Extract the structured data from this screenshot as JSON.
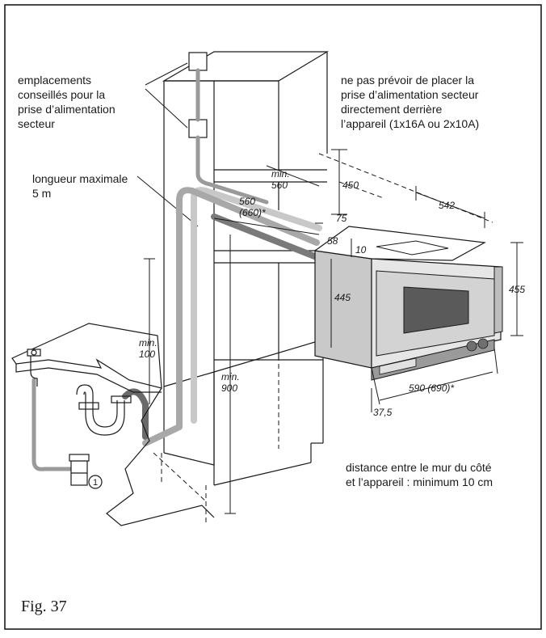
{
  "labels": {
    "outlets": [
      "emplacements",
      "conseillés pour la",
      "prise d’alimentation",
      "secteur"
    ],
    "no_outlet": [
      "ne pas prévoir de placer la",
      "prise d’alimentation secteur",
      "directement derrière",
      "l’appareil (1x16A ou 2x10A)"
    ],
    "hose": [
      "longueur maximale",
      "5 m"
    ],
    "wall_distance": [
      "distance entre le mur du côté",
      "et l’appareil : minimum 10 cm"
    ]
  },
  "dimensions": {
    "min560_a": "min.",
    "min560_b": "560",
    "d450": "450",
    "d542": "542",
    "d560": "560",
    "d660": "(660)*",
    "d75": "75",
    "d58": "58",
    "d10": "10",
    "d445": "445",
    "d455": "455",
    "min100_a": "min.",
    "min100_b": "100",
    "min900_a": "min.",
    "min900_b": "900",
    "d590": "590 (690)*",
    "d37": "37,5"
  },
  "marker": "1",
  "caption": "Fig. 37"
}
